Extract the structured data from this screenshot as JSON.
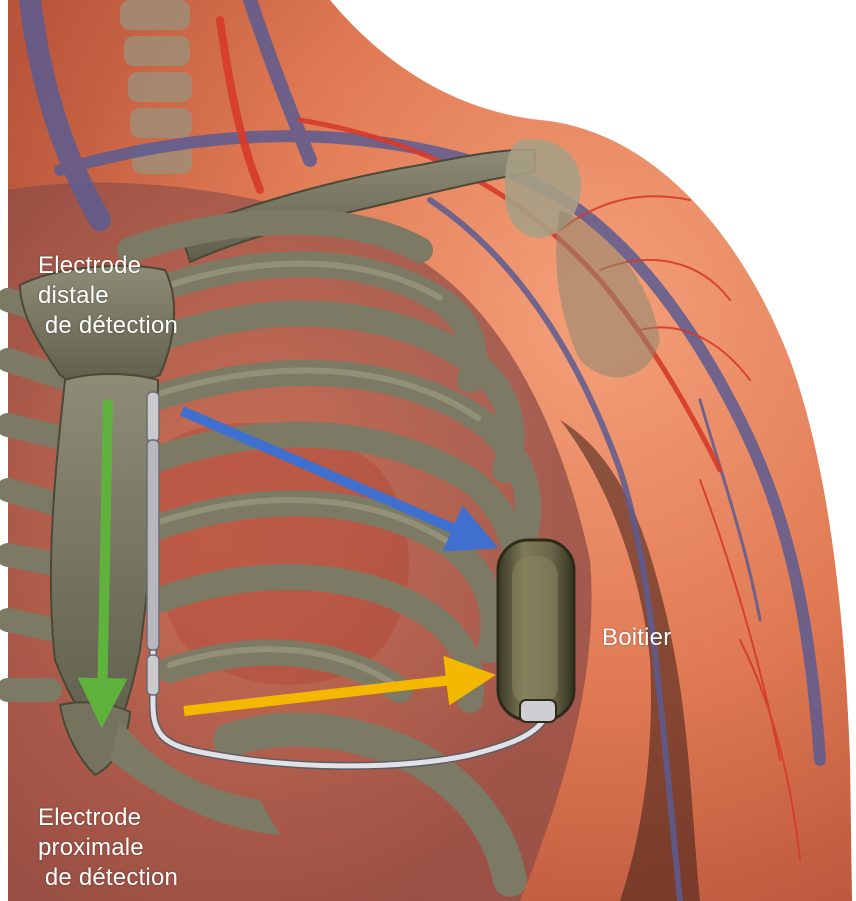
{
  "labels": {
    "distal": [
      "Electrode",
      "distale",
      " de détection"
    ],
    "proximal": [
      "Electrode",
      "proximale",
      " de détection"
    ],
    "device": "Boitier"
  },
  "arrows": [
    {
      "name": "sensing-vector-distal-to-device",
      "color": "#3f6fcf"
    },
    {
      "name": "sensing-vector-proximal-to-device",
      "color": "#f5b800"
    },
    {
      "name": "sensing-vector-distal-to-proximal",
      "color": "#5fb33c"
    }
  ],
  "colors": {
    "skin": "#e8825a",
    "bone": "#7c7a64",
    "vein": "#5c5c92",
    "artery": "#d63b2a",
    "lead": "#d9d9dc",
    "device": "#6b6645"
  }
}
